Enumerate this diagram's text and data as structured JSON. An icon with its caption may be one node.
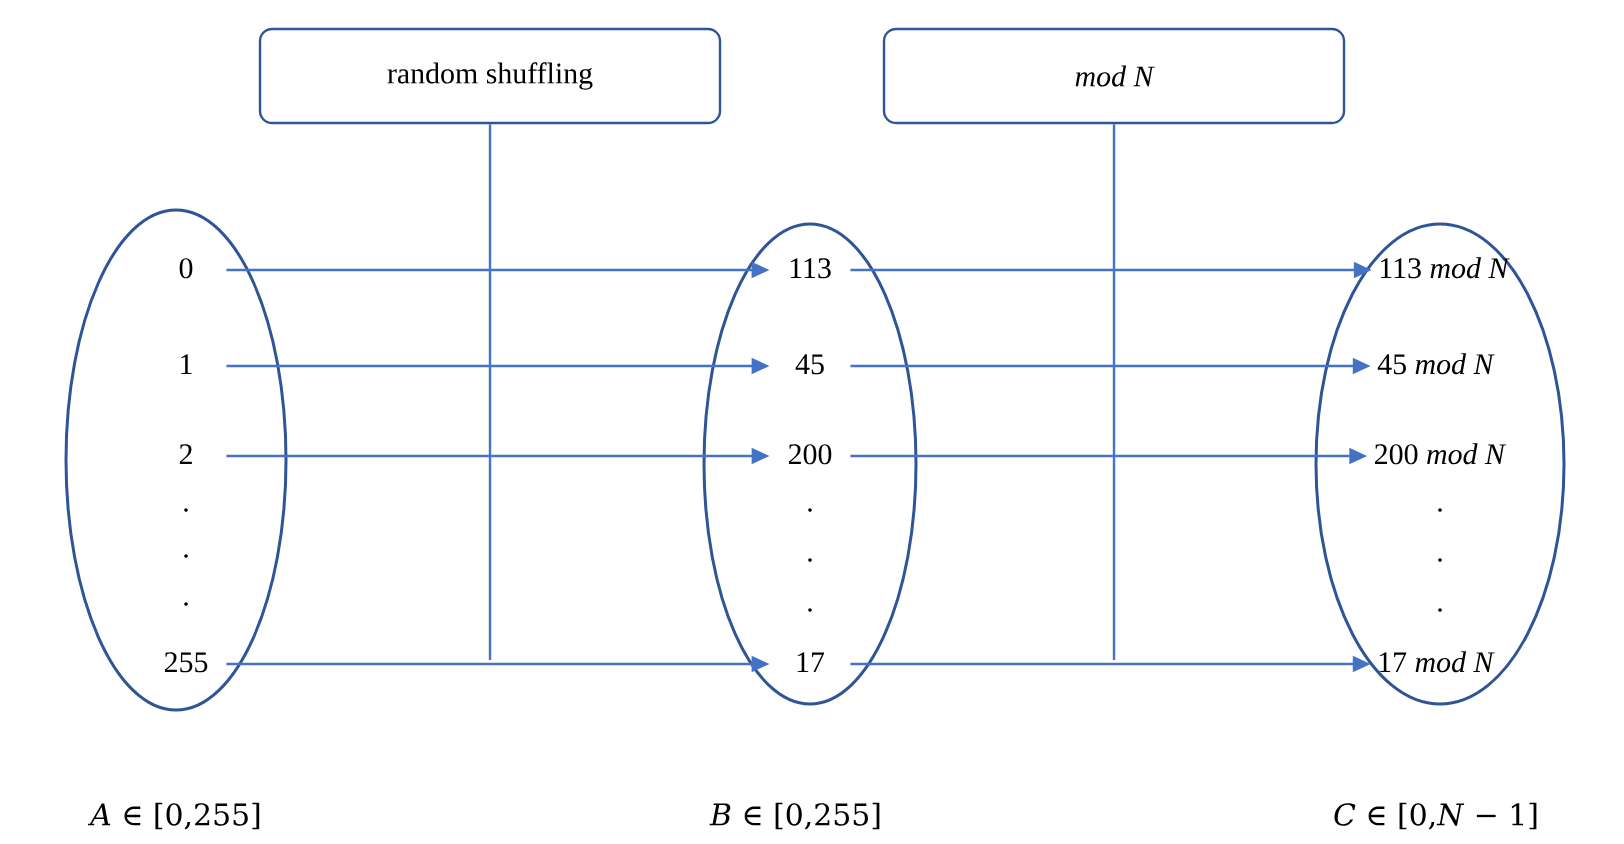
{
  "diagram": {
    "nodes": [
      {
        "text": [
          "random shuffling"
        ]
      },
      {
        "text": [
          "mod N"
        ]
      },
      {
        "text": [],
        "shape": "ellipse",
        "beside": [
          "*A* ∈ [0,255]"
        ]
      },
      {
        "text": [
          "0"
        ],
        "in": 2
      },
      {
        "text": [
          "1"
        ],
        "in": 2
      },
      {
        "text": [
          "2"
        ],
        "in": 2
      },
      {
        "text": [
          "255"
        ],
        "in": 2
      },
      {
        "text": [],
        "shape": "ellipse",
        "beside": [
          "*B* ∈ [0,255]"
        ]
      },
      {
        "text": [
          "113"
        ],
        "in": 7
      },
      {
        "text": [
          "45"
        ],
        "in": 7
      },
      {
        "text": [
          "200"
        ],
        "in": 7
      },
      {
        "text": [
          "17"
        ],
        "in": 7
      },
      {
        "text": [],
        "shape": "ellipse",
        "beside": [
          "*C* ∈ [0,*N* − 1]"
        ]
      },
      {
        "text": [
          "113 *mod N*"
        ],
        "in": 12
      },
      {
        "text": [
          "45 *mod N*"
        ],
        "in": 12
      },
      {
        "text": [
          "200 *mod N*"
        ],
        "in": 12
      },
      {
        "text": [
          "17 *mod N*"
        ],
        "in": 12
      }
    ],
    "edges": [
      {
        "from": 3,
        "to": 8,
        "arrow": "to"
      },
      {
        "from": 4,
        "to": 9,
        "arrow": "to"
      },
      {
        "from": 5,
        "to": 10,
        "arrow": "to"
      },
      {
        "from": 6,
        "to": 11,
        "arrow": "to"
      },
      {
        "from": 8,
        "to": 13,
        "arrow": "to"
      },
      {
        "from": 9,
        "to": 14,
        "arrow": "to"
      },
      {
        "from": 10,
        "to": 15,
        "arrow": "to"
      },
      {
        "from": 11,
        "to": 16,
        "arrow": "to"
      },
      {
        "from": 0,
        "to": null,
        "arrow": "none"
      },
      {
        "from": 1,
        "to": null,
        "arrow": "none"
      }
    ],
    "labels": [
      ".",
      ".",
      ".",
      ".",
      ".",
      ".",
      ".",
      ".",
      "."
    ]
  }
}
